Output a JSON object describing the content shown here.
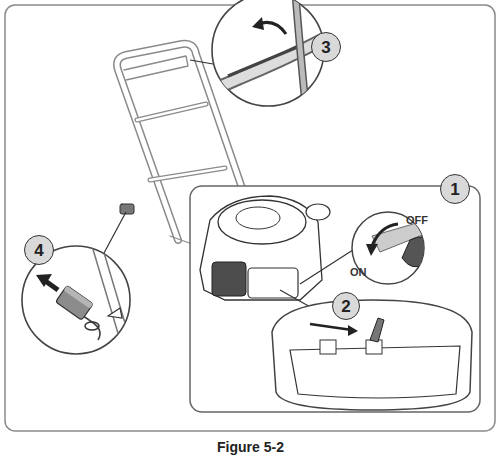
{
  "diagram": {
    "caption": "Figure 5-2",
    "nodes": [
      {
        "text": [
          "3"
        ]
      },
      {
        "text": [
          "1"
        ]
      },
      {
        "text": [
          "4"
        ]
      },
      {
        "text": [
          "2"
        ]
      }
    ],
    "labels": [
      "OFF",
      "ON"
    ]
  }
}
